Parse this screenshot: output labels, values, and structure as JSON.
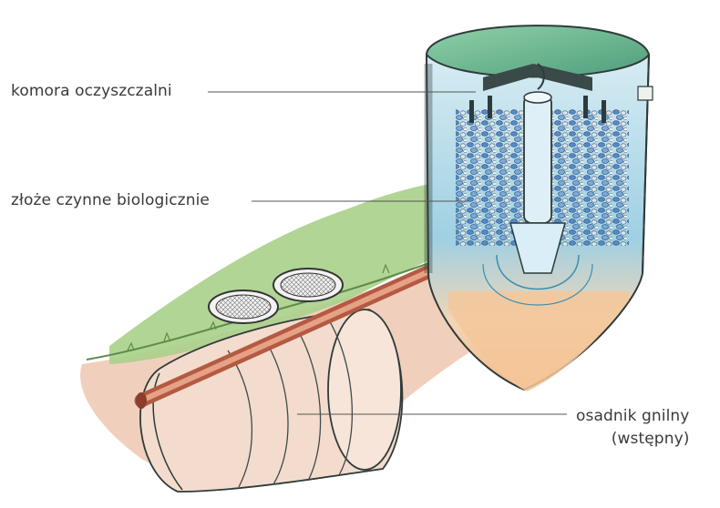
{
  "labels": {
    "chamber": "komora oczyszczalni",
    "filter_bed": "złoże czynne biologicznie",
    "septic_tank_line1": "osadnik gnilny",
    "septic_tank_line2": "(wstępny)"
  },
  "colors": {
    "grass": "#8fbf6a",
    "soil": "#e9b9a0",
    "pipe": "#c8745a",
    "tank_outline": "#2f3b3a",
    "water": "#8cc7e0",
    "filter_media": "#4f86c9",
    "leader_line": "#555555"
  }
}
